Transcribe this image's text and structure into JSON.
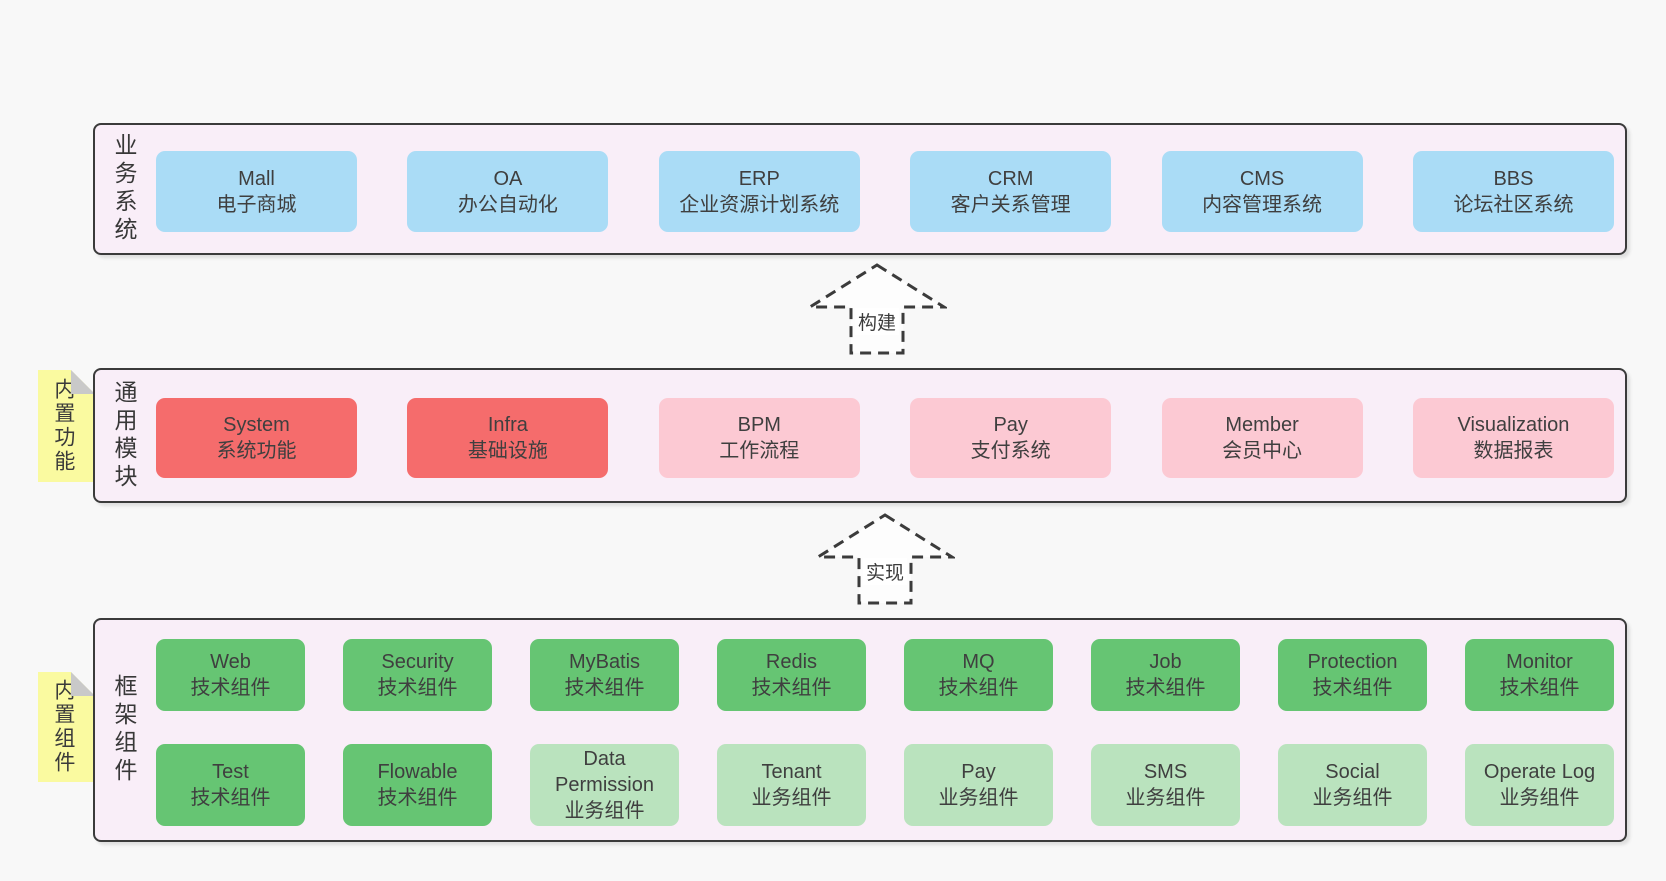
{
  "diagram": {
    "layers": {
      "business": {
        "label": "业务系统",
        "boxes": [
          {
            "en": "Mall",
            "zh": "电子商城",
            "variant": "blue"
          },
          {
            "en": "OA",
            "zh": "办公自动化",
            "variant": "blue"
          },
          {
            "en": "ERP",
            "zh": "企业资源计划系统",
            "variant": "blue"
          },
          {
            "en": "CRM",
            "zh": "客户关系管理",
            "variant": "blue"
          },
          {
            "en": "CMS",
            "zh": "内容管理系统",
            "variant": "blue"
          },
          {
            "en": "BBS",
            "zh": "论坛社区系统",
            "variant": "blue"
          }
        ]
      },
      "modules": {
        "label": "通用模块",
        "sticky": "内置功能",
        "boxes": [
          {
            "en": "System",
            "zh": "系统功能",
            "variant": "red"
          },
          {
            "en": "Infra",
            "zh": "基础设施",
            "variant": "red"
          },
          {
            "en": "BPM",
            "zh": "工作流程",
            "variant": "pink"
          },
          {
            "en": "Pay",
            "zh": "支付系统",
            "variant": "pink"
          },
          {
            "en": "Member",
            "zh": "会员中心",
            "variant": "pink"
          },
          {
            "en": "Visualization",
            "zh": "数据报表",
            "variant": "pink"
          }
        ]
      },
      "framework": {
        "label": "框架组件",
        "sticky": "内置组件",
        "row1": [
          {
            "en": "Web",
            "zh": "技术组件",
            "variant": "green"
          },
          {
            "en": "Security",
            "zh": "技术组件",
            "variant": "green"
          },
          {
            "en": "MyBatis",
            "zh": "技术组件",
            "variant": "green"
          },
          {
            "en": "Redis",
            "zh": "技术组件",
            "variant": "green"
          },
          {
            "en": "MQ",
            "zh": "技术组件",
            "variant": "green"
          },
          {
            "en": "Job",
            "zh": "技术组件",
            "variant": "green"
          },
          {
            "en": "Protection",
            "zh": "技术组件",
            "variant": "green"
          },
          {
            "en": "Monitor",
            "zh": "技术组件",
            "variant": "green"
          }
        ],
        "row2": [
          {
            "en": "Test",
            "zh": "技术组件",
            "variant": "green"
          },
          {
            "en": "Flowable",
            "zh": "技术组件",
            "variant": "green"
          },
          {
            "en": "Data Permission",
            "zh": "业务组件",
            "variant": "lightgreen"
          },
          {
            "en": "Tenant",
            "zh": "业务组件",
            "variant": "lightgreen"
          },
          {
            "en": "Pay",
            "zh": "业务组件",
            "variant": "lightgreen"
          },
          {
            "en": "SMS",
            "zh": "业务组件",
            "variant": "lightgreen"
          },
          {
            "en": "Social",
            "zh": "业务组件",
            "variant": "lightgreen"
          },
          {
            "en": "Operate Log",
            "zh": "业务组件",
            "variant": "lightgreen"
          }
        ]
      }
    },
    "arrows": {
      "build": "构建",
      "implement": "实现"
    },
    "colors": {
      "page_bg": "#F8F8F8",
      "container_bg": "#F9EEF8",
      "container_border": "#3B3B3B",
      "box_blue": "#AADCF6",
      "box_red": "#F56C6C",
      "box_pink": "#FCC9D3",
      "box_green": "#66C573",
      "box_light_green": "#BAE3BE",
      "sticky_yellow": "#FAFAA0",
      "sticky_fold_gray": "#C9C9C9",
      "text": "#3D3D3D"
    }
  }
}
